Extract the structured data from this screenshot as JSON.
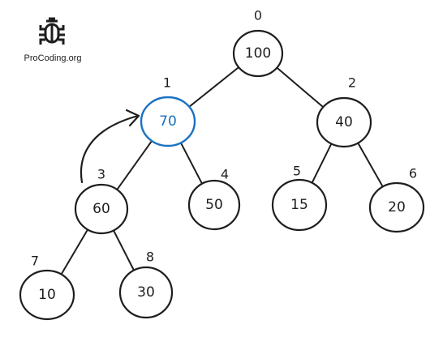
{
  "logo": {
    "text": "ProCoding.org",
    "icon": "bug-icon"
  },
  "colors": {
    "stroke": "#1e1e1e",
    "highlight": "#1971c2",
    "background": "#ffffff"
  },
  "heap": {
    "nodes": [
      {
        "index": "0",
        "value": "100",
        "highlight": false
      },
      {
        "index": "1",
        "value": "70",
        "highlight": true
      },
      {
        "index": "2",
        "value": "40",
        "highlight": false
      },
      {
        "index": "3",
        "value": "60",
        "highlight": false
      },
      {
        "index": "4",
        "value": "50",
        "highlight": false
      },
      {
        "index": "5",
        "value": "15",
        "highlight": false
      },
      {
        "index": "6",
        "value": "20",
        "highlight": false
      },
      {
        "index": "7",
        "value": "10",
        "highlight": false
      },
      {
        "index": "8",
        "value": "30",
        "highlight": false
      }
    ],
    "edges": [
      [
        0,
        1
      ],
      [
        0,
        2
      ],
      [
        1,
        3
      ],
      [
        1,
        4
      ],
      [
        2,
        5
      ],
      [
        2,
        6
      ],
      [
        3,
        7
      ],
      [
        3,
        8
      ]
    ],
    "swap_arrow": {
      "from": "3",
      "to": "1"
    }
  }
}
